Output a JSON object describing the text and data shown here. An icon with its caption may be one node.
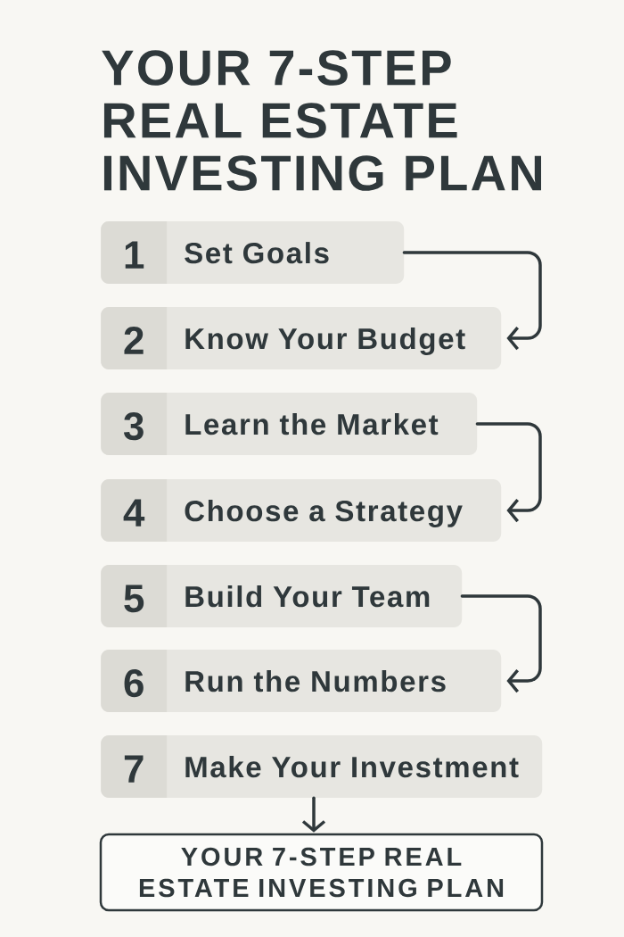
{
  "diagram": {
    "title": "YOUR 7-STEP REAL ESTATE INVESTING PLAN",
    "nodes": [
      {
        "text": [
          "1",
          "Set Goals"
        ]
      },
      {
        "text": [
          "2",
          "Know Your Budget"
        ]
      },
      {
        "text": [
          "3",
          "Learn the Market"
        ]
      },
      {
        "text": [
          "4",
          "Choose a Strategy"
        ]
      },
      {
        "text": [
          "5",
          "Build Your Team"
        ]
      },
      {
        "text": [
          "6",
          "Run the Numbers"
        ]
      },
      {
        "text": [
          "7",
          "Make Your Investment"
        ]
      },
      {
        "text": [
          "YOUR 7-STEP REAL ESTATE INVESTING PLAN"
        ]
      }
    ],
    "edges": [
      {
        "from": 0,
        "to": 1,
        "arrow": "to"
      },
      {
        "from": 2,
        "to": 3,
        "arrow": "to"
      },
      {
        "from": 4,
        "to": 5,
        "arrow": "to"
      },
      {
        "from": 6,
        "to": 7,
        "arrow": "to"
      }
    ]
  }
}
